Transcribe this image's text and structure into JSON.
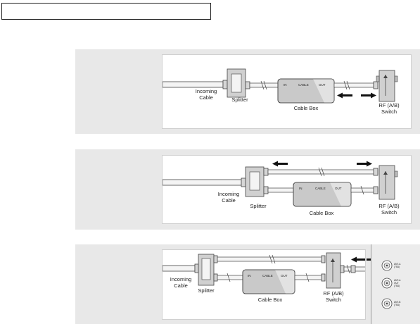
{
  "header": {
    "text": ""
  },
  "labels": {
    "incoming_cable": [
      "Incoming",
      "Cable"
    ],
    "splitter": "Splitter",
    "cable_box": "Cable Box",
    "rf_switch": [
      "RF (A/B)",
      "Switch"
    ],
    "box_in": "IN",
    "box_cable": "CABLE",
    "box_out": "OUT"
  },
  "tv_terminals": [
    [
      "ANT-A",
      "(75Ω)"
    ],
    [
      "ANT-A",
      "OUT",
      "(75Ω)"
    ],
    [
      "ANT-B",
      "(75Ω)"
    ]
  ],
  "colors": {
    "panel": "#e8e8e8",
    "box": "#c9c9c9",
    "cable": "#f4f4f4",
    "arrow": "#111111"
  }
}
